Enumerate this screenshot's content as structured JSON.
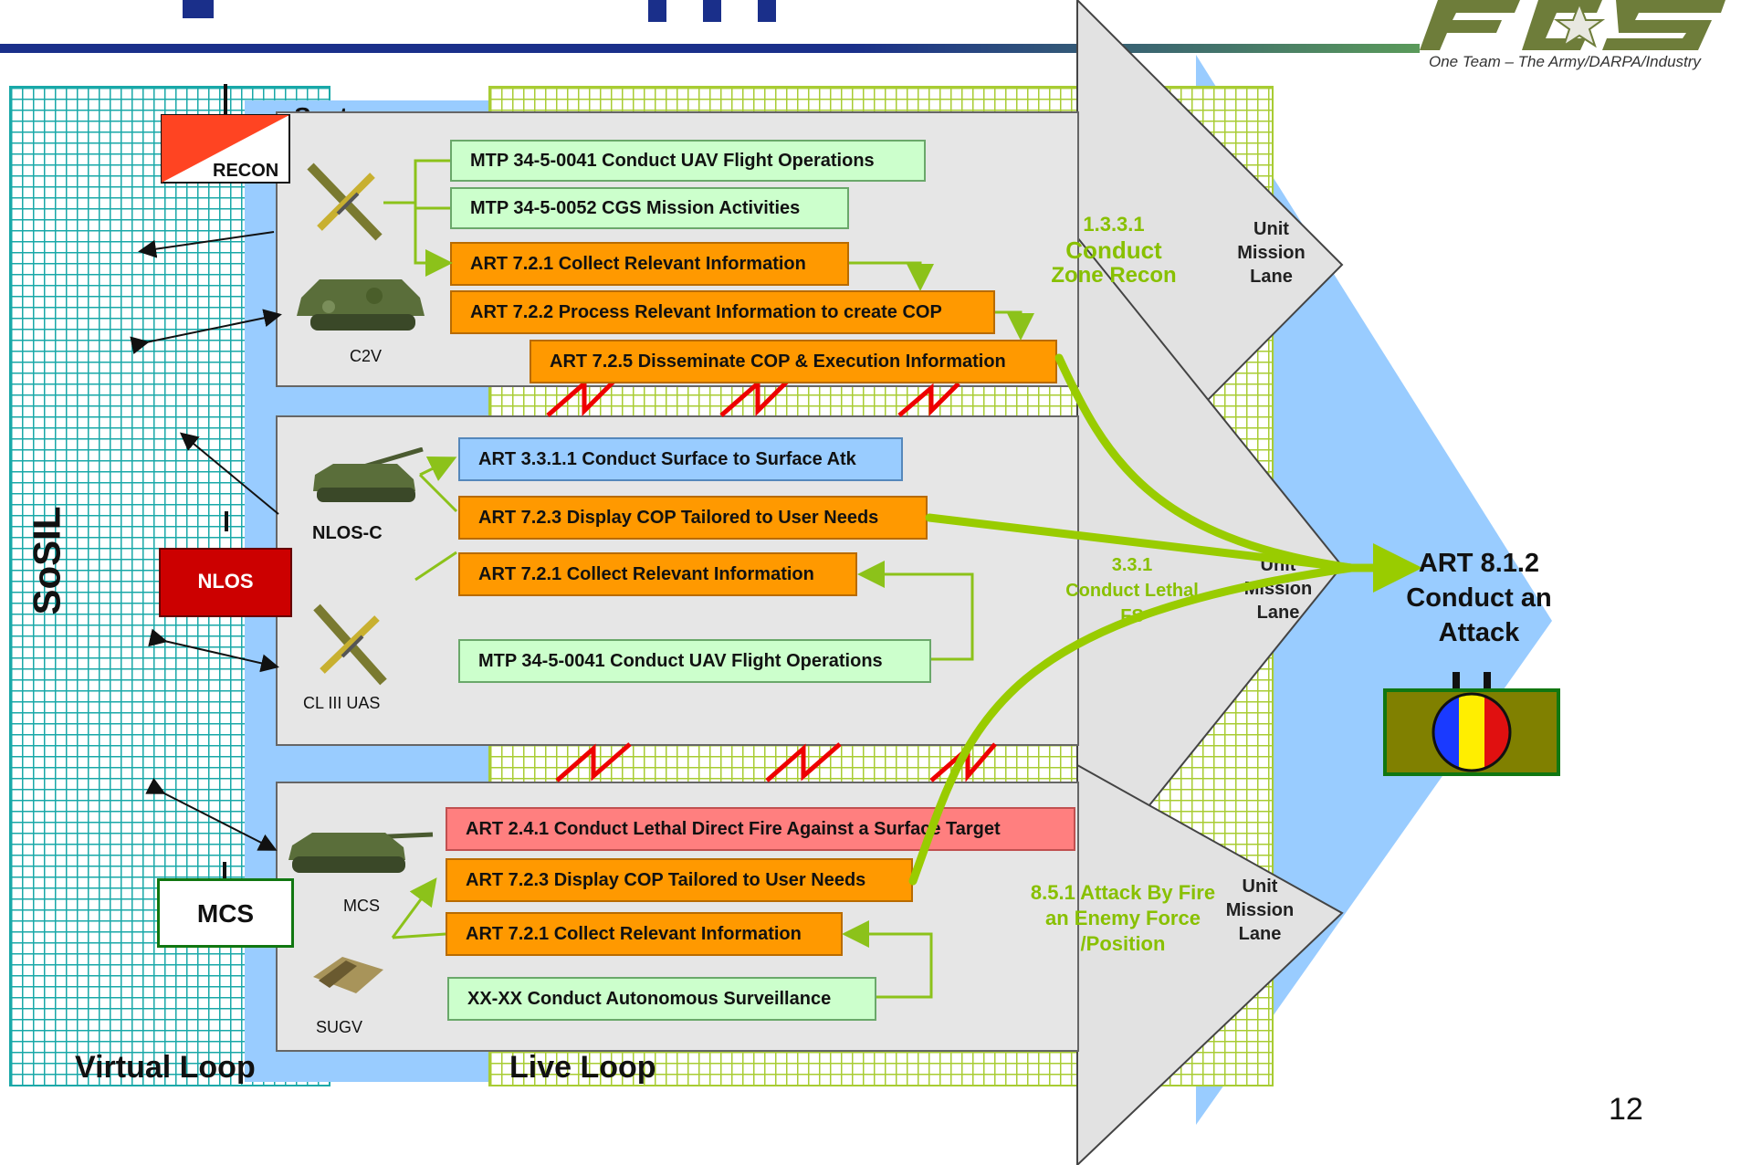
{
  "logo": {
    "tagline": "One Team – The Army/DARPA/Industry"
  },
  "page_number": "12",
  "loops": {
    "virtual": "Virtual Loop",
    "live": "Live Loop"
  },
  "sosil": "SoSIL",
  "system_label": "System",
  "units": {
    "recon": "RECON",
    "nlos": "NLOS",
    "mcs": "MCS"
  },
  "vehicles": {
    "uav1": "",
    "c2v": "C2V",
    "nlosc": "NLOS-C",
    "cl3uas": "CL III UAS",
    "mcs": "MCS",
    "sugv": "SUGV"
  },
  "recon_tasks": [
    "MTP 34-5-0041 Conduct UAV Flight Operations",
    "MTP 34-5-0052 CGS Mission Activities",
    "ART 7.2.1 Collect Relevant Information",
    "ART 7.2.2 Process Relevant Information to create COP",
    "ART 7.2.5 Disseminate COP & Execution Information"
  ],
  "nlos_tasks": [
    "ART 3.3.1.1 Conduct Surface to Surface Atk",
    "ART 7.2.3 Display COP Tailored to User Needs",
    "ART 7.2.1 Collect Relevant Information",
    "MTP 34-5-0041 Conduct UAV Flight Operations"
  ],
  "mcs_tasks": [
    "ART 2.4.1 Conduct Lethal Direct Fire Against a Surface Target",
    "ART 7.2.3 Display COP Tailored to User Needs",
    "ART 7.2.1 Collect Relevant Information",
    "XX-XX Conduct Autonomous Surveillance"
  ],
  "lane_tasks": {
    "recon": [
      "1.3.3.1",
      "Conduct",
      "Zone Recon"
    ],
    "nlos": [
      "3.3.1",
      "Conduct Lethal",
      "FS"
    ],
    "mcs": [
      "8.5.1 Attack By Fire",
      "an Enemy Force",
      "/Position"
    ]
  },
  "lane_label": [
    "Unit",
    "Mission",
    "Lane"
  ],
  "objective": [
    "ART 8.1.2",
    "Conduct an",
    "Attack"
  ],
  "colors": {
    "orange_task": "#ff9900",
    "green_task": "#ccffcc",
    "blue_task": "#99ccff",
    "red_task": "#ff7f7f",
    "flow_green": "#99cc00",
    "objective_blue": "#99ccff"
  }
}
